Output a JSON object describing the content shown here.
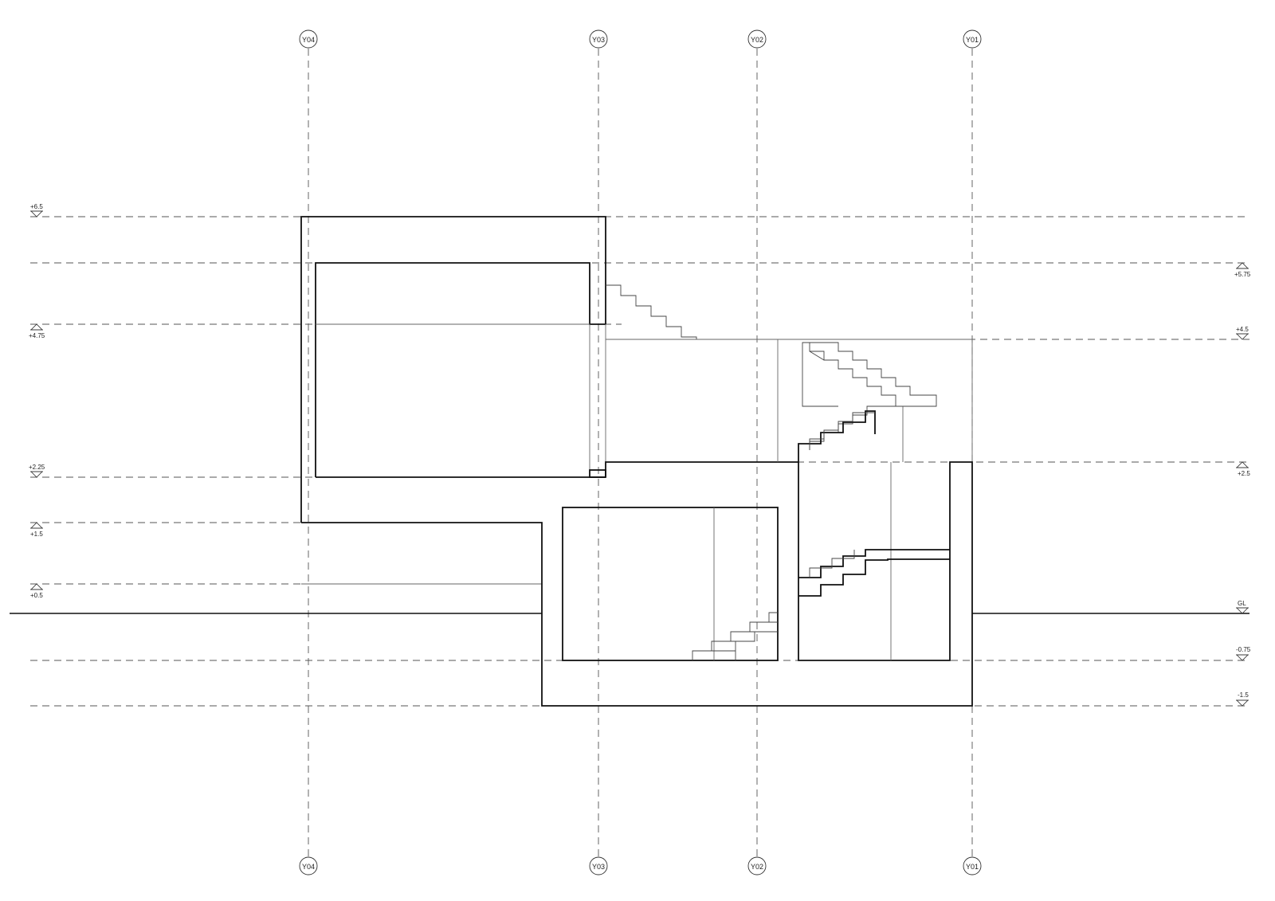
{
  "grid_axes": [
    {
      "id": "y04",
      "label": "Y04"
    },
    {
      "id": "y03",
      "label": "Y03"
    },
    {
      "id": "y02",
      "label": "Y02"
    },
    {
      "id": "y01",
      "label": "Y01"
    }
  ],
  "levels": [
    {
      "id": "l650",
      "label": "+6.5"
    },
    {
      "id": "l575",
      "label": "+5.75"
    },
    {
      "id": "l475",
      "label": "+4.75"
    },
    {
      "id": "l450",
      "label": "+4.5"
    },
    {
      "id": "l250",
      "label": "+2.5"
    },
    {
      "id": "l225",
      "label": "+2.25"
    },
    {
      "id": "l150",
      "label": "+1.5"
    },
    {
      "id": "l050",
      "label": "+0.5"
    },
    {
      "id": "gl",
      "label": "GL"
    },
    {
      "id": "l075",
      "label": "-0.75"
    },
    {
      "id": "l150n",
      "label": "-1.5"
    }
  ]
}
